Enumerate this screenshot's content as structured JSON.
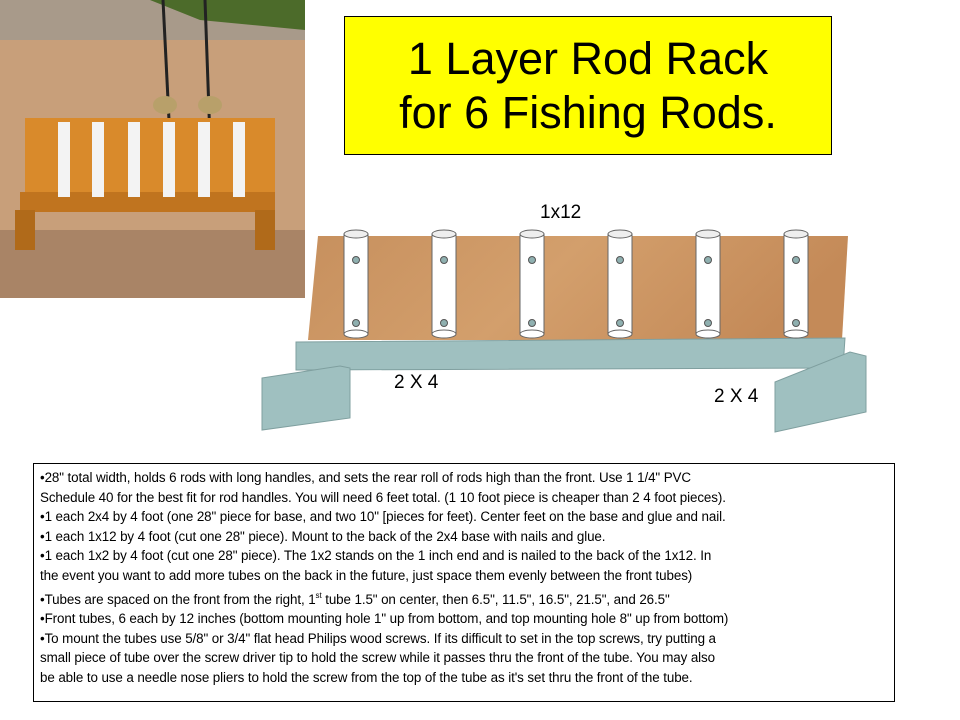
{
  "title": {
    "line1": "1 Layer Rod Rack",
    "line2": "for 6 Fishing Rods."
  },
  "diagram": {
    "board_label": "1x12",
    "base_label": "2 X 4",
    "foot_label": "2 X 4",
    "tube_count": 6
  },
  "notes": {
    "lines": [
      "•28\" total width, holds 6 rods with long handles, and sets the rear roll of rods high than the front.  Use 1 1/4\" PVC",
      "Schedule 40 for the best fit for rod handles. You will need 6 feet total. (1 10 foot piece is cheaper than 2 4 foot pieces).",
      "•1 each 2x4 by 4 foot (one 28\" piece for base, and two 10\" [pieces for feet). Center feet on the base and glue and nail.",
      "•1 each 1x12 by 4 foot (cut one 28\"  piece). Mount to the back of the 2x4 base with nails and glue.",
      "•1 each 1x2 by 4 foot (cut one 28\" piece).  The 1x2 stands on the 1 inch end and is nailed to the back of the 1x12.  In",
      "the event you want to add more tubes on the back in the future, just space them evenly between the front tubes)"
    ],
    "tubes_line": {
      "pre": "•Tubes are spaced on the front from the right, 1",
      "sup": "st",
      "post": " tube 1.5\" on center, then 6.5\", 11.5\", 16.5\", 21.5\", and 26.5\""
    },
    "lines2": [
      "•Front tubes, 6 each by 12 inches (bottom mounting hole 1\" up from bottom, and top mounting hole 8\" up from bottom)",
      "•To mount the tubes use 5/8\" or 3/4\" flat head Philips wood screws.  If its difficult to set in the top screws, try putting a",
      "small piece of tube over the screw driver tip to hold the screw while it passes thru the front of the tube.  You may also",
      "be able to use a needle nose pliers to hold the screw from the top of the tube as it's set thru the front of the tube."
    ]
  }
}
